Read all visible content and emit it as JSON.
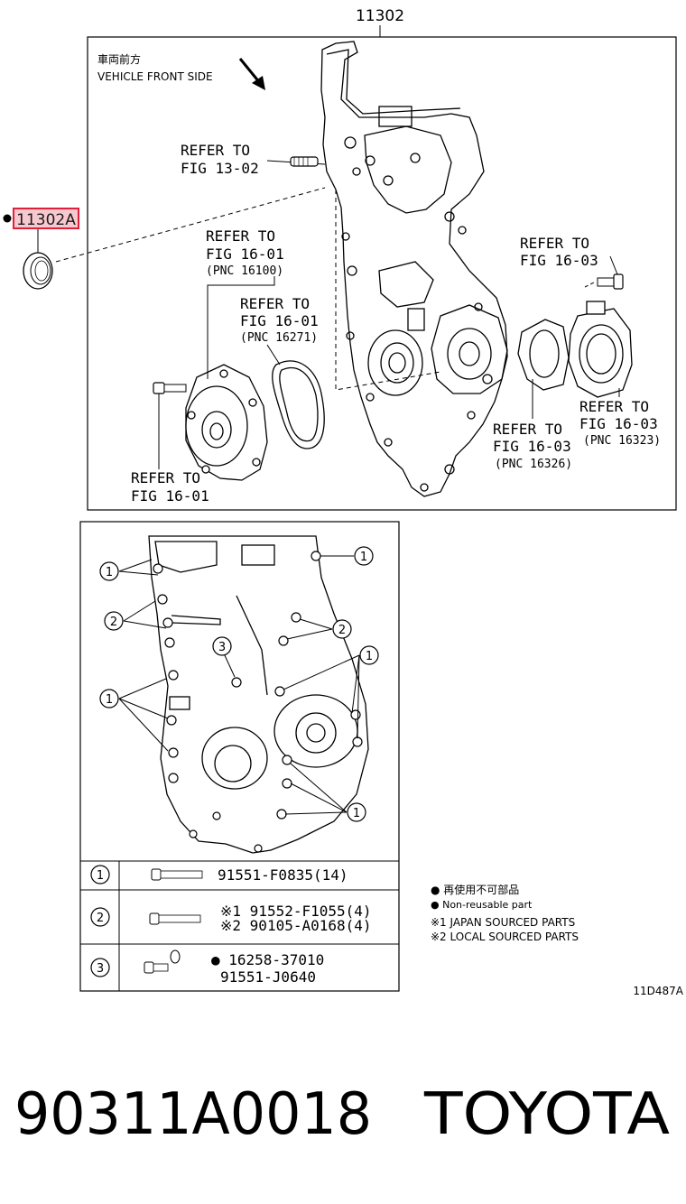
{
  "top_diagram": {
    "main_part_number": "11302",
    "direction_label_jp": "車両前方",
    "direction_label_en": "VEHICLE FRONT SIDE",
    "highlighted_part": "11302A",
    "refer_labels": [
      {
        "line1": "REFER TO",
        "line2": "FIG 13-02",
        "line3": ""
      },
      {
        "line1": "REFER TO",
        "line2": "FIG 16-01",
        "line3": "(PNC 16100)"
      },
      {
        "line1": "REFER TO",
        "line2": "FIG 16-01",
        "line3": "(PNC 16271)"
      },
      {
        "line1": "REFER TO",
        "line2": "FIG 16-01",
        "line3": ""
      },
      {
        "line1": "REFER TO",
        "line2": "FIG 16-03",
        "line3": ""
      },
      {
        "line1": "REFER TO",
        "line2": "FIG 16-03",
        "line3": "(PNC 16323)"
      },
      {
        "line1": "REFER TO",
        "line2": "FIG 16-03",
        "line3": "(PNC 16326)"
      }
    ]
  },
  "bolt_diagram": {
    "callouts": [
      "1",
      "2",
      "3"
    ]
  },
  "parts_table": [
    {
      "ref": "1",
      "parts": [
        "91551-F0835(14)"
      ]
    },
    {
      "ref": "2",
      "parts": [
        "※1 91552-F1055(4)",
        "※2 90105-A0168(4)"
      ]
    },
    {
      "ref": "3",
      "parts": [
        "● 16258-37010",
        "91551-J0640"
      ]
    }
  ],
  "legend": {
    "line1": "● 再使用不可部品",
    "line2": "● Non-reusable part",
    "line3": "※1 JAPAN SOURCED PARTS",
    "line4": "※2 LOCAL SOURCED PARTS"
  },
  "figure_code": "11D487A",
  "footer": {
    "part_number": "90311A0018",
    "brand": "TOYOTA"
  },
  "colors": {
    "highlight_border": "#e0203a",
    "highlight_fill": "#f7c9cf",
    "line": "#000000"
  }
}
